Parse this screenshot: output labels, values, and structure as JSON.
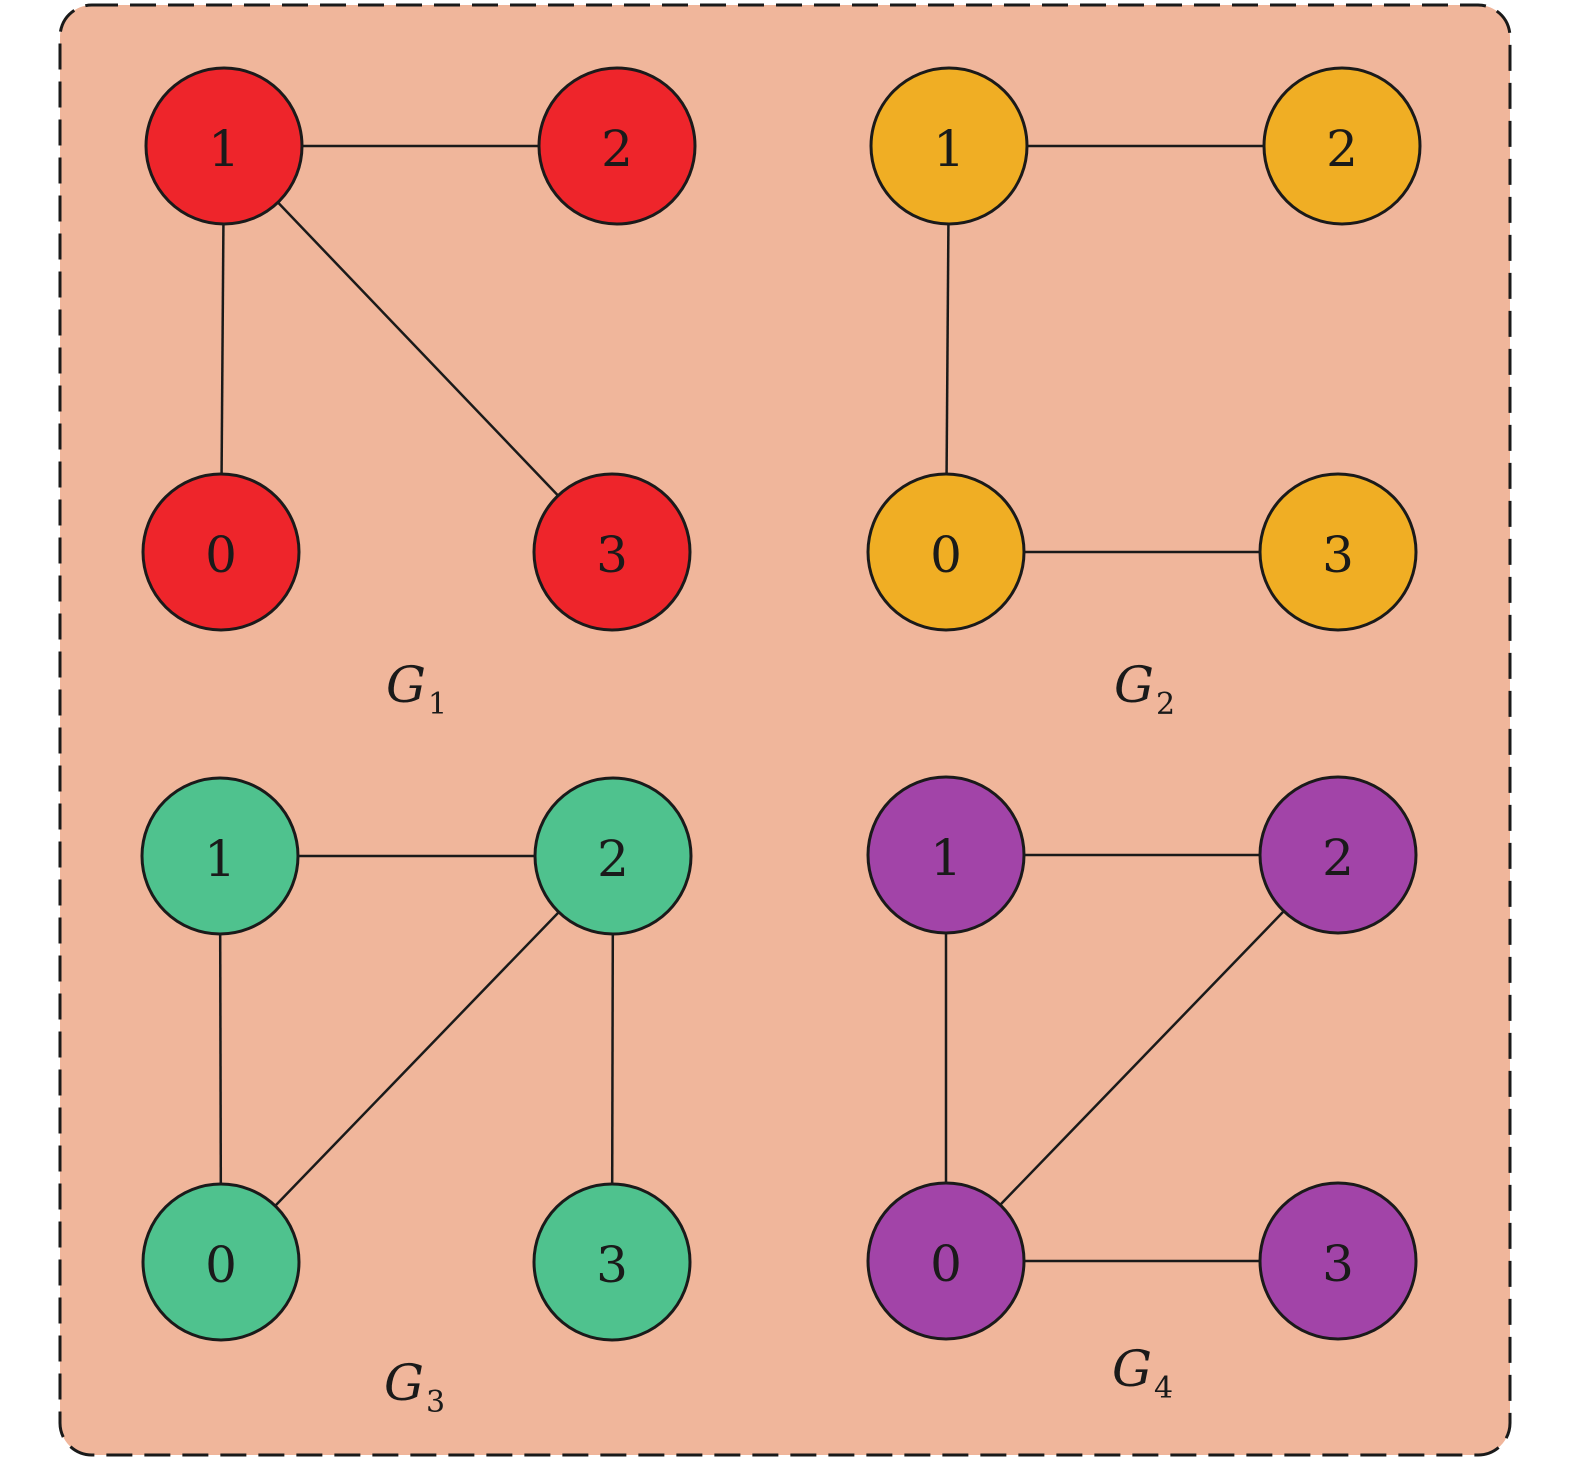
{
  "colors": {
    "panel_fill": "#f0b69b",
    "panel_border": "#1a1a1a",
    "edge": "#1a1a1a",
    "node_stroke": "#1a1a1a"
  },
  "graphs": [
    {
      "title_base": "G",
      "title_sub": "1",
      "color": "#ee252b",
      "nodes": [
        {
          "id": "0",
          "label": "0"
        },
        {
          "id": "1",
          "label": "1"
        },
        {
          "id": "2",
          "label": "2"
        },
        {
          "id": "3",
          "label": "3"
        }
      ],
      "edges": [
        [
          "1",
          "2"
        ],
        [
          "1",
          "0"
        ],
        [
          "1",
          "3"
        ]
      ]
    },
    {
      "title_base": "G",
      "title_sub": "2",
      "color": "#f0ae24",
      "nodes": [
        {
          "id": "0",
          "label": "0"
        },
        {
          "id": "1",
          "label": "1"
        },
        {
          "id": "2",
          "label": "2"
        },
        {
          "id": "3",
          "label": "3"
        }
      ],
      "edges": [
        [
          "1",
          "2"
        ],
        [
          "1",
          "0"
        ],
        [
          "0",
          "3"
        ]
      ]
    },
    {
      "title_base": "G",
      "title_sub": "3",
      "color": "#4fc28e",
      "nodes": [
        {
          "id": "0",
          "label": "0"
        },
        {
          "id": "1",
          "label": "1"
        },
        {
          "id": "2",
          "label": "2"
        },
        {
          "id": "3",
          "label": "3"
        }
      ],
      "edges": [
        [
          "1",
          "2"
        ],
        [
          "1",
          "0"
        ],
        [
          "2",
          "0"
        ],
        [
          "2",
          "3"
        ]
      ]
    },
    {
      "title_base": "G",
      "title_sub": "4",
      "color": "#a244a8",
      "nodes": [
        {
          "id": "0",
          "label": "0"
        },
        {
          "id": "1",
          "label": "1"
        },
        {
          "id": "2",
          "label": "2"
        },
        {
          "id": "3",
          "label": "3"
        }
      ],
      "edges": [
        [
          "1",
          "2"
        ],
        [
          "1",
          "0"
        ],
        [
          "2",
          "0"
        ],
        [
          "0",
          "3"
        ]
      ]
    }
  ]
}
